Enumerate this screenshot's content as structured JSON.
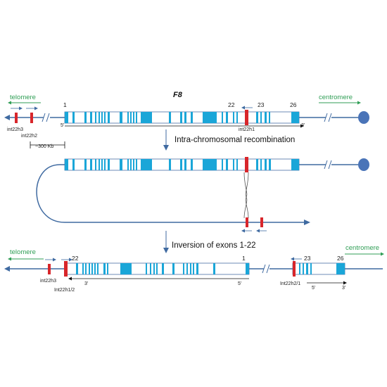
{
  "colors": {
    "exon": "#1aa6d8",
    "gene_box_border": "#4a6fa5",
    "marker": "#d8262b",
    "line": "#3f6aa1",
    "label_green": "#2f9e55",
    "centromere": "#4a74b8"
  },
  "top": {
    "telomere_label": "telomere",
    "centromere_label": "centromere",
    "gene_label": "F8",
    "exon_1": "1",
    "exon_22": "22",
    "exon_23": "23",
    "exon_26": "26",
    "five_prime": "5'",
    "three_prime": "3'",
    "int22h3": "int22h3",
    "int22h2": "int22h2",
    "int22h1": "int22h1",
    "scale": "~300 Kb"
  },
  "steps": {
    "step1": "Intra-chromosomal recombination",
    "step2": "Inversion of exons 1-22"
  },
  "bottom": {
    "telomere_label": "telomere",
    "centromere_label": "centromere",
    "exon_22": "22",
    "exon_1": "1",
    "exon_23": "23",
    "exon_26": "26",
    "int22h3": "int22h3",
    "int22h1_2": "Int22h1/2",
    "int22h2_1": "Int22h2/1",
    "three_prime_left": "3'",
    "five_prime_left": "5'",
    "five_prime_right": "5'",
    "three_prime_right": "3'"
  }
}
